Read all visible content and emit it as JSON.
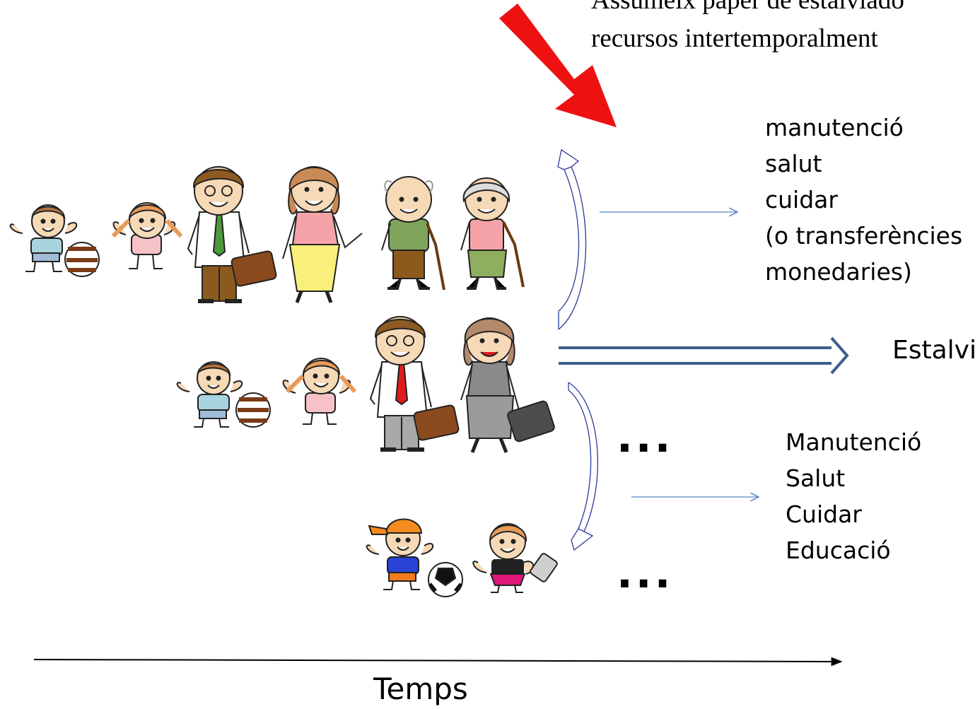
{
  "header": {
    "line1": "Assumeix paper de estalviado",
    "line2": "recursos intertemporalment"
  },
  "upper_needs": [
    "manutenció",
    "salut",
    "cuidar",
    "(o transferències",
    "monedaries)"
  ],
  "lower_needs": [
    "Manutenció",
    "Salut",
    "Cuidar",
    "Educació"
  ],
  "savings_label": "Estalvi",
  "time_label": "Temps",
  "ellipsis": "...",
  "colors": {
    "red_arrow": "#ee1111",
    "savings_arrow": "#3e5f8a",
    "thin_arrow": "#5b86c4",
    "curved_arrow": "#2a3a9a",
    "time_axis": "#000000"
  },
  "figures": {
    "grandparents_generation": [
      "boy-with-ball",
      "girl-with-braids",
      "man-with-briefcase",
      "woman-with-apron",
      "grandfather-with-cane",
      "grandmother-with-cane"
    ],
    "parents_generation": [
      "boy-with-ball",
      "girl-with-braids",
      "man-with-briefcase",
      "woman-with-bag"
    ],
    "children_generation": [
      "boy-with-cap-and-ball",
      "girl-with-phone"
    ]
  }
}
